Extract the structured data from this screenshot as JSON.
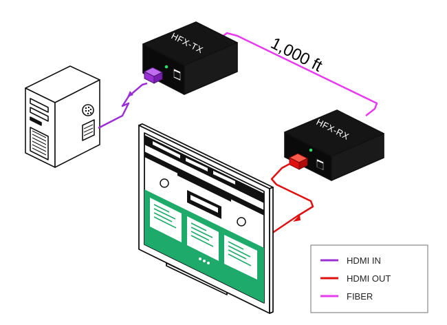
{
  "devices": {
    "transmitter_label": "HFX-TX",
    "receiver_label": "HFX-RX"
  },
  "distance_label": "1,000 ft",
  "legend": {
    "items": [
      {
        "label": "HDMI IN",
        "color": "#9b2fd6"
      },
      {
        "label": "HDMI OUT",
        "color": "#e01010"
      },
      {
        "label": "FIBER",
        "color": "#e83bf0"
      }
    ]
  },
  "colors": {
    "hdmi_in": "#9b2fd6",
    "hdmi_out": "#e01010",
    "fiber": "#e83bf0",
    "device_body": "#111111",
    "led": "#2ee06b",
    "screen_accent": "#1daa6a"
  }
}
